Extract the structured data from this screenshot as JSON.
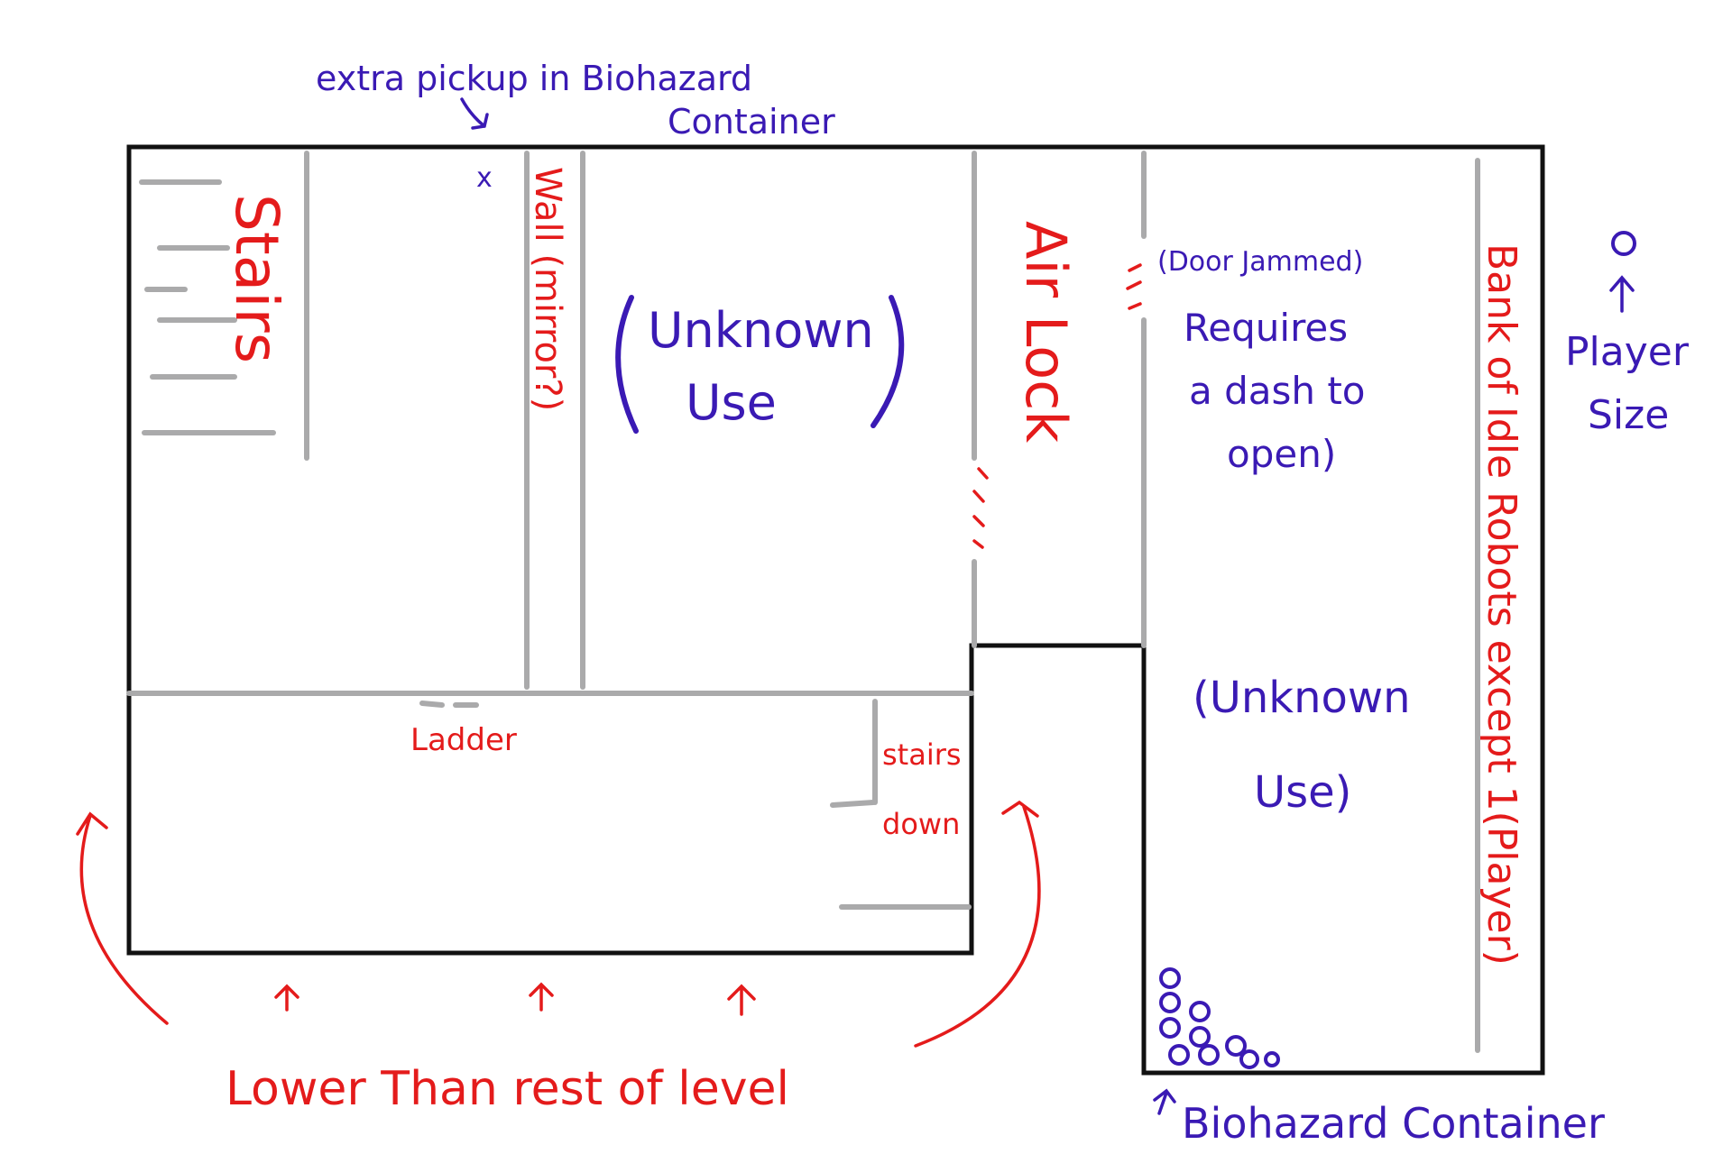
{
  "labels": {
    "extra_pickup": "extra pickup in Biohazard",
    "extra_pickup_2": "Container",
    "stairs": "Stairs",
    "wall_mirror": "Wall (mirror?)",
    "unknown_use_1a": "Unknown",
    "unknown_use_1b": "Use",
    "air_lock": "Air Lock",
    "door_jammed": "(Door Jammed)",
    "requires_1": "Requires",
    "requires_2": "a dash to",
    "requires_3": "open)",
    "bank_robots": "Bank of Idle Robots except 1(Player)",
    "player_size_1": "Player",
    "player_size_2": "Size",
    "ladder": "Ladder",
    "stairs_down_1": "stairs",
    "stairs_down_2": "down",
    "unknown_use_2a": "(Unknown",
    "unknown_use_2b": "Use)",
    "lower_than": "Lower Than rest of level",
    "biohazard_container": "Biohazard Container"
  },
  "colors": {
    "annotation_red": "#e41b1b",
    "annotation_blue": "#3a1ab4",
    "wall_black": "#111111",
    "partition_grey": "#aaaaab"
  }
}
